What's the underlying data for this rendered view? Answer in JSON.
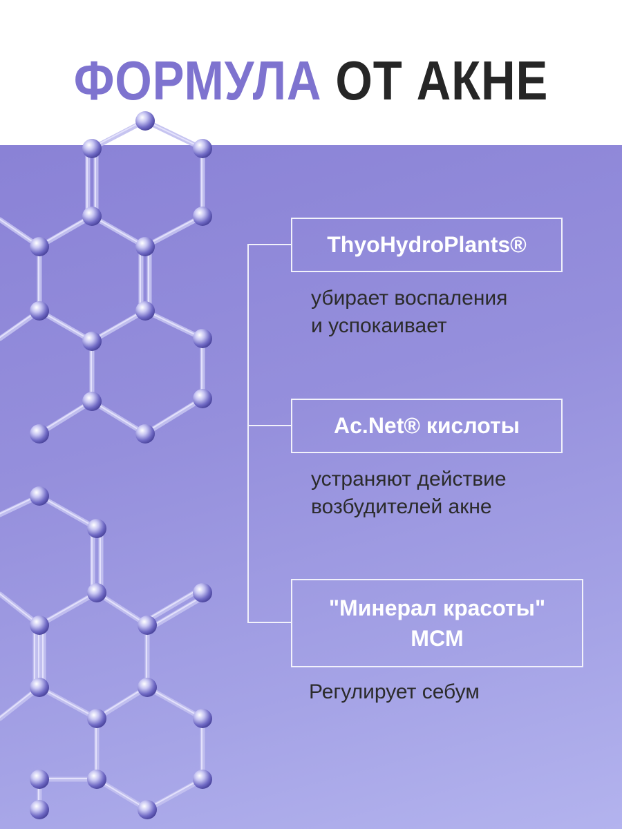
{
  "title": {
    "accent": "ФОРМУЛА",
    "rest": "ОТ АКНЕ",
    "accent_color": "#7e73cf",
    "rest_color": "#262626"
  },
  "background_color": "#958fdc",
  "ingredients": [
    {
      "name": "ThyoHydroPlants®",
      "description_lines": [
        "убирает воспаления",
        "и успокаивает"
      ]
    },
    {
      "name": "Ac.Net® кислоты",
      "description_lines": [
        "устраняют действие",
        "возбудителей акне"
      ]
    },
    {
      "name_lines": [
        "\"Минерал красоты\"",
        "MCM"
      ],
      "description_lines": [
        "Регулирует себум"
      ]
    }
  ],
  "decor": {
    "molecule": "molecule-structure-icon"
  }
}
